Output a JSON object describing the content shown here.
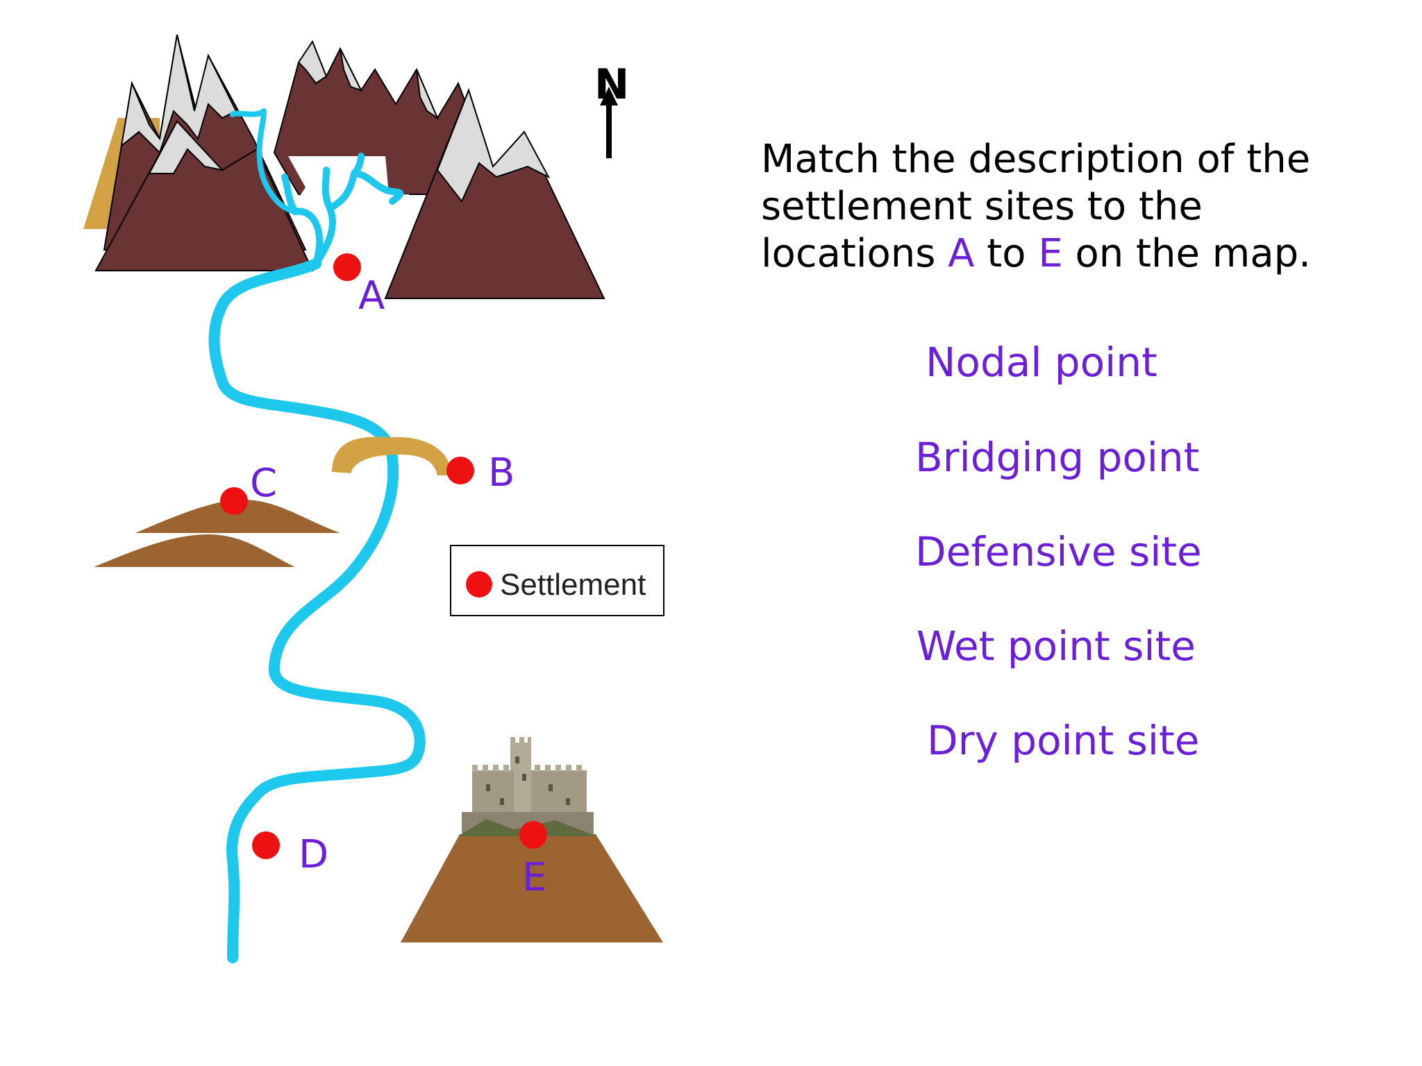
{
  "map": {
    "north_label": "N",
    "legend_label": "Settlement",
    "point_labels": [
      "A",
      "B",
      "C",
      "D",
      "E"
    ],
    "colors": {
      "river": "#1ec8ec",
      "mountain": "#6b3434",
      "snow": "#dcdcdc",
      "hill": "#9b6430",
      "bridge": "#d3a244",
      "settlement": "#ee1111",
      "label": "#6b1fd6"
    },
    "castle_icon": "castle-image"
  },
  "instructions": {
    "line1": "Match the description of the",
    "line2": "settlement sites to the",
    "line3_pre": "locations ",
    "line3_a": "A",
    "line3_mid": " to ",
    "line3_e": "E",
    "line3_post": " on the map."
  },
  "site_types": [
    "Nodal point",
    "Bridging point",
    "Defensive site",
    "Wet point site",
    "Dry point site"
  ]
}
